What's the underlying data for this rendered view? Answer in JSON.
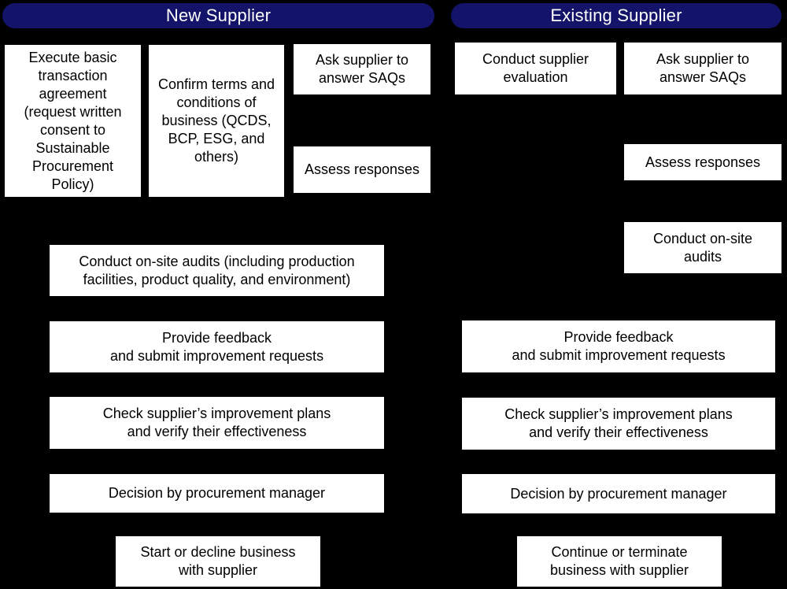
{
  "title": "Supplier process flowchart",
  "colors": {
    "page_bg": "#000000",
    "header_bg": "#131469",
    "header_text": "#ffffff",
    "box_bg": "#ffffff",
    "box_text": "#000000"
  },
  "columns": [
    {
      "header": "New Supplier",
      "boxes": [
        {
          "label": "Execute basic\ntransaction\nagreement\n(request written\nconsent to\nSustainable\nProcurement\nPolicy)"
        },
        {
          "label": "Confirm terms and\nconditions of\nbusiness (QCDS,\nBCP, ESG, and\nothers)"
        },
        {
          "label": "Ask supplier to\nanswer SAQs"
        },
        {
          "label": "Assess responses"
        },
        {
          "label": "Conduct on-site audits (including production\nfacilities, product quality, and environment)"
        },
        {
          "label": "Provide feedback\nand submit improvement requests"
        },
        {
          "label": "Check supplier’s improvement plans\nand verify their effectiveness"
        },
        {
          "label": "Decision by procurement manager"
        },
        {
          "label": "Start or decline business\nwith supplier"
        }
      ]
    },
    {
      "header": "Existing Supplier",
      "boxes": [
        {
          "label": "Conduct supplier\nevaluation"
        },
        {
          "label": "Ask supplier to\nanswer SAQs"
        },
        {
          "label": "Assess responses"
        },
        {
          "label": "Conduct on-site\naudits"
        },
        {
          "label": "Provide feedback\nand submit improvement requests"
        },
        {
          "label": "Check supplier’s improvement plans\nand verify their effectiveness"
        },
        {
          "label": "Decision by procurement manager"
        },
        {
          "label": "Continue or terminate\nbusiness with supplier"
        }
      ]
    }
  ]
}
